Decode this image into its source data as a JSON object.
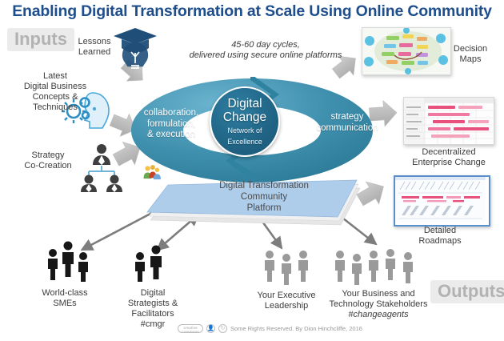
{
  "title": "Enabling Digital Transformation at Scale Using Online Community",
  "badges": {
    "inputs": "Inputs",
    "outputs": "Outputs"
  },
  "inputs": [
    {
      "label": "Lessons\nLearned",
      "icon": "graduation-cap-lightbulb-icon"
    },
    {
      "label": "Latest\nDigital Business\nConcepts &\nTechniques",
      "icon": "gears-head-icon"
    },
    {
      "label": "Strategy\nCo-Creation",
      "icon": "org-chart-people-icon"
    }
  ],
  "input_labels": {
    "lessons_learned_line1": "Lessons",
    "lessons_learned_line2": "Learned",
    "latest_line1": "Latest",
    "latest_line2": "Digital Business",
    "latest_line3": "Concepts &",
    "latest_line4": "Techniques",
    "strategy_line1": "Strategy",
    "strategy_line2": "Co-Creation"
  },
  "cycle": {
    "annotation_line1": "45-60 day cycles,",
    "annotation_line2": "delivered using secure online platforms",
    "left_label_line1": "collaboration,",
    "left_label_line2": "formulation,",
    "left_label_line3": "& execution",
    "right_label_line1": "strategy",
    "right_label_line2": "communication",
    "core_title_line1": "Digital",
    "core_title_line2": "Change",
    "core_sub_line1": "Network of",
    "core_sub_line2": "Excellence",
    "ring_color": "#3b8bab",
    "core_color": "#236a8c"
  },
  "platform": {
    "line1": "Digital Transformation",
    "line2": "Community",
    "line3": "Platform",
    "icon": "community-people-icon",
    "color": "#aecdeb"
  },
  "outputs": [
    {
      "label_line1": "Decision",
      "label_line2": "Maps",
      "thumb": "mind-map-thumbnail"
    },
    {
      "label_line1": "Decentralized",
      "label_line2": "Enterprise Change",
      "thumb": "gantt-chart-thumbnail"
    },
    {
      "label_line1": "Detailed",
      "label_line2": "Roadmaps",
      "thumb": "roadmap-thumbnail"
    }
  ],
  "participants": [
    {
      "label_line1": "World-class",
      "label_line2": "SMEs",
      "label_line3": "",
      "hashtag": "",
      "count": 3,
      "color": "#171717"
    },
    {
      "label_line1": "Digital",
      "label_line2": "Strategists &",
      "label_line3": "Facilitators",
      "hashtag": "#cmgr",
      "count": 2,
      "color": "#171717"
    },
    {
      "label_line1": "Your Executive",
      "label_line2": "Leadership",
      "label_line3": "",
      "hashtag": "",
      "count": 3,
      "color": "#9a9a9a"
    },
    {
      "label_line1": "Your Business and",
      "label_line2": "Technology Stakeholders",
      "label_line3": "",
      "hashtag": "#changeagents",
      "count": 5,
      "color": "#9a9a9a"
    }
  ],
  "footer": {
    "cc_label": "creative commons",
    "attribution_icon": "person-icon",
    "share_icon": "share-alike-icon",
    "text": "Some Rights Reserved. By Dion Hinchcliffe, 2016"
  }
}
